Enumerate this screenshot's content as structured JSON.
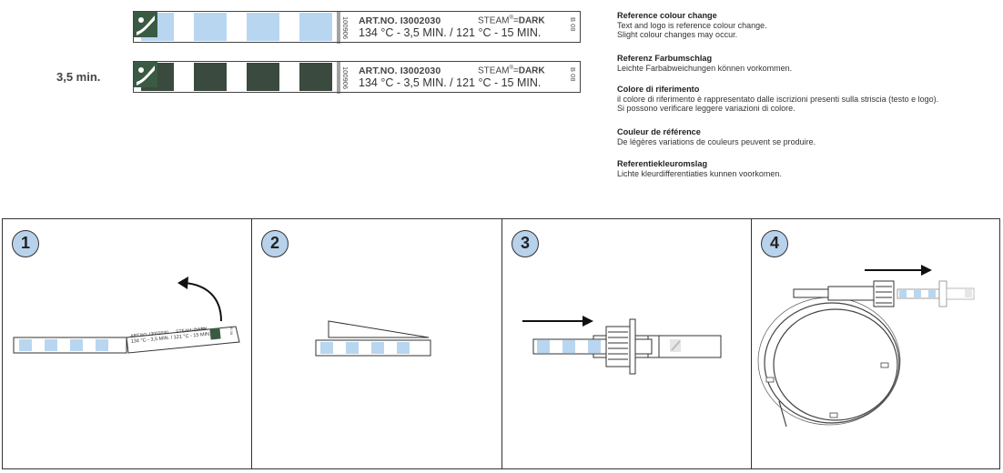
{
  "strips": [
    {
      "id": "reference",
      "code": "100906",
      "art": "ART.NO. I3002030",
      "brand_prefix": "STEAM",
      "brand_sep": "=",
      "brand_bold": "DARK",
      "temp": "134 °C - 3,5 MIN. / 121 °C - 15 MIN.",
      "batch": "B 08",
      "square_color": "#b8d6f0"
    },
    {
      "id": "processed",
      "code": "100906",
      "art": "ART.NO. I3002030",
      "brand_prefix": "STEAM",
      "brand_sep": "=",
      "brand_bold": "DARK",
      "temp": "134 °C - 3,5 MIN. / 121 °C - 15 MIN.",
      "batch": "B 08",
      "square_color": "#3a4a3e"
    }
  ],
  "time_label": "3,5 min.",
  "reference_text": [
    {
      "heading": "Reference colour change",
      "lines": [
        "Text and logo is reference colour change.",
        "Slight colour changes may occur."
      ]
    },
    {
      "heading": "Referenz Farbumschlag",
      "lines": [
        "Leichte Farbabweichungen können vorkommen."
      ]
    },
    {
      "heading": "Colore di riferimento",
      "lines": [
        "il colore di riferimento è rappresentato dalle iscrizioni presenti sulla striscia (testo e logo).",
        "Si possono verificare leggere variazioni di colore."
      ]
    },
    {
      "heading": "Couleur de référence",
      "lines": [
        "De légères variations de couleurs peuvent se produire."
      ]
    },
    {
      "heading": "Referentiekleuromslag",
      "lines": [
        "Lichte kleurdifferentiaties kunnen voorkomen."
      ]
    }
  ],
  "steps": [
    {
      "number": "1",
      "mini_art": "ART.NO. I3002030",
      "mini_brand": "STEAM",
      "mini_brand_bold": "DARK",
      "mini_temp": "134 °C - 3,5 MIN. / 121 °C - 15 MIN.",
      "mini_batch": "B 08"
    },
    {
      "number": "2"
    },
    {
      "number": "3"
    },
    {
      "number": "4"
    }
  ],
  "colors": {
    "strip_blue": "#b8d6f0",
    "strip_dark": "#3a4a3e",
    "logo_green": "#3a5a44",
    "step_circle": "#b8d2ec"
  }
}
